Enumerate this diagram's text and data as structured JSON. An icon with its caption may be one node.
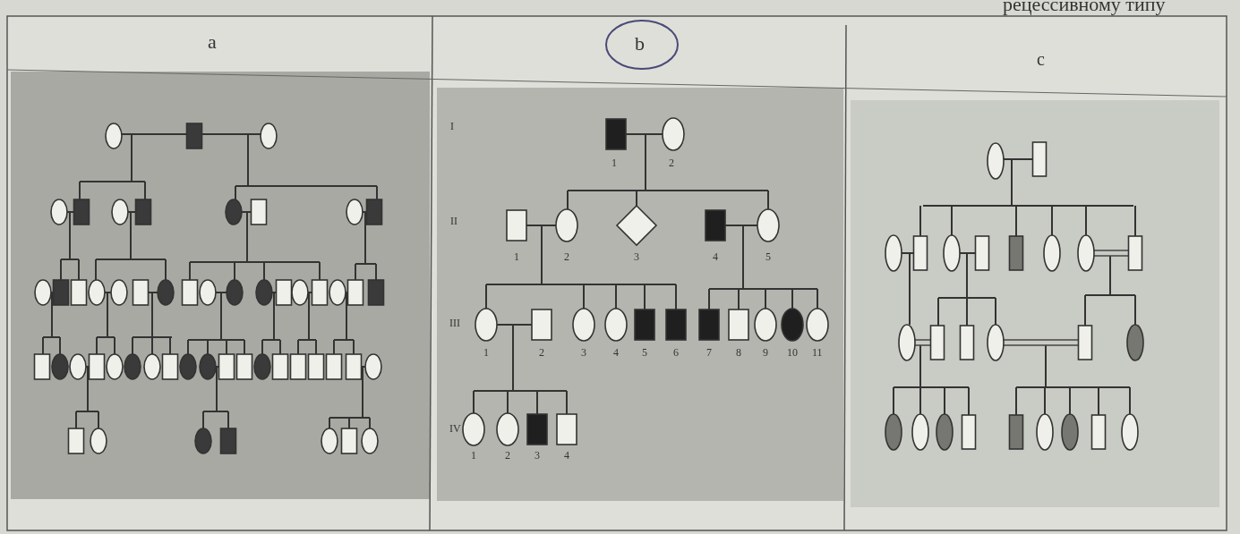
{
  "diagram": {
    "labels": [
      "рецессивному типу",
      "a",
      "b",
      "c",
      "I",
      "1",
      "2",
      "II",
      "1",
      "2",
      "3",
      "4",
      "5",
      "III",
      "1",
      "2",
      "3",
      "4",
      "5",
      "6",
      "7",
      "8",
      "9",
      "10",
      "11",
      "IV",
      "1",
      "2",
      "3",
      "4"
    ]
  }
}
